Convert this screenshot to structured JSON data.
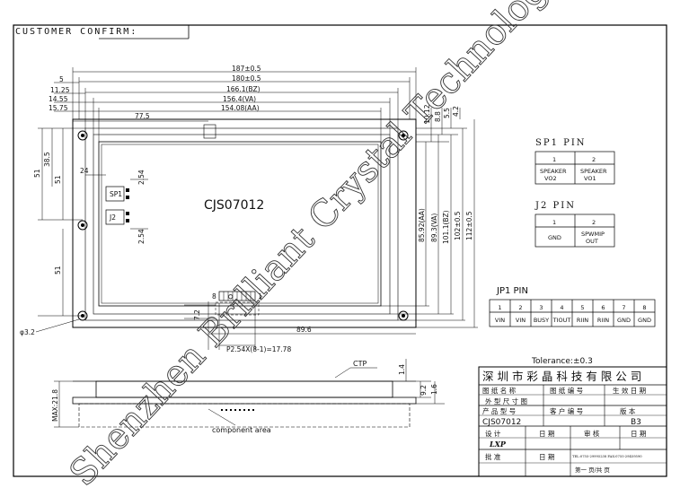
{
  "header": {
    "confirm": "CUSTOMER  CONFIRM:"
  },
  "model": "CJS07012",
  "dims": {
    "d187": "187±0.5",
    "d180": "180±0.5",
    "d166": "166.1(BZ)",
    "d156": "156.4(VA)",
    "d154": "154.08(AA)",
    "d5": "5",
    "d1125": "11.25",
    "d1455": "14.55",
    "d1575": "15.75",
    "d775": "77.5",
    "d1012": "10.12",
    "d88": "8.8",
    "d55": "5.5",
    "d42": "4.2",
    "d51a": "51",
    "d385": "38.5",
    "d51b": "51",
    "d24": "24",
    "d254a": "2.54",
    "d254b": "2.54",
    "d51c": "51",
    "d8592": "85.92(AA)",
    "d893": "89.3(VA)",
    "d1011": "101.1(BZ)",
    "d102": "102±0.5",
    "d112": "112±0.5",
    "d896": "89.6",
    "d72": "7.2",
    "d32": "φ3.2",
    "pitch": "P2.54X(8-1)=17.78",
    "d14": "1.4",
    "d92": "9.2",
    "d16": "1.6",
    "max218": "MAX:21.8",
    "pin1": "1",
    "pin8": "8"
  },
  "connectors": {
    "sp1": "SP1",
    "j2": "J2"
  },
  "labels": {
    "ctp": "CTP",
    "component_area": "component area",
    "tolerance": "Tolerance:±0.3"
  },
  "sp1_table": {
    "title": "SP1  PIN",
    "pins": [
      "1",
      "2"
    ],
    "names": [
      [
        "SPEAKER",
        "VO2"
      ],
      [
        "SPEAKER",
        "VO1"
      ]
    ]
  },
  "j2_table": {
    "title": "J2  PIN",
    "pins": [
      "1",
      "2"
    ],
    "names": [
      [
        "GND",
        ""
      ],
      [
        "SPWMIP",
        "OUT"
      ]
    ]
  },
  "jp1_table": {
    "title": "JP1 PIN",
    "pins": [
      "1",
      "2",
      "3",
      "4",
      "5",
      "6",
      "7",
      "8"
    ],
    "names": [
      "VIN",
      "VIN",
      "BUSY",
      "TIOUT",
      "RIIN",
      "RIIN",
      "GND",
      "GND"
    ]
  },
  "title_block": {
    "company": "深 圳 市 彩 晶 科 技 有 限 公 司",
    "r2": [
      "图 纸 名 称",
      "图 纸 编 号",
      "生 效 日 期"
    ],
    "r2b": "外 型 尺 寸 图",
    "r3": [
      "产 品 型 号",
      "客 户 编 号",
      "版 本"
    ],
    "r3b": [
      "CJS07012",
      "B3"
    ],
    "r4": [
      "设 计",
      "日 期",
      "审 核",
      "日 期"
    ],
    "designer": "LXP",
    "r5": [
      "批 准",
      "日 期"
    ],
    "tel": "TEL:0755-29995238 FAX:0755-29459590",
    "page": "第一  页/共  页"
  },
  "watermark": "Shenzhen Brilliant Crystal Technologic"
}
